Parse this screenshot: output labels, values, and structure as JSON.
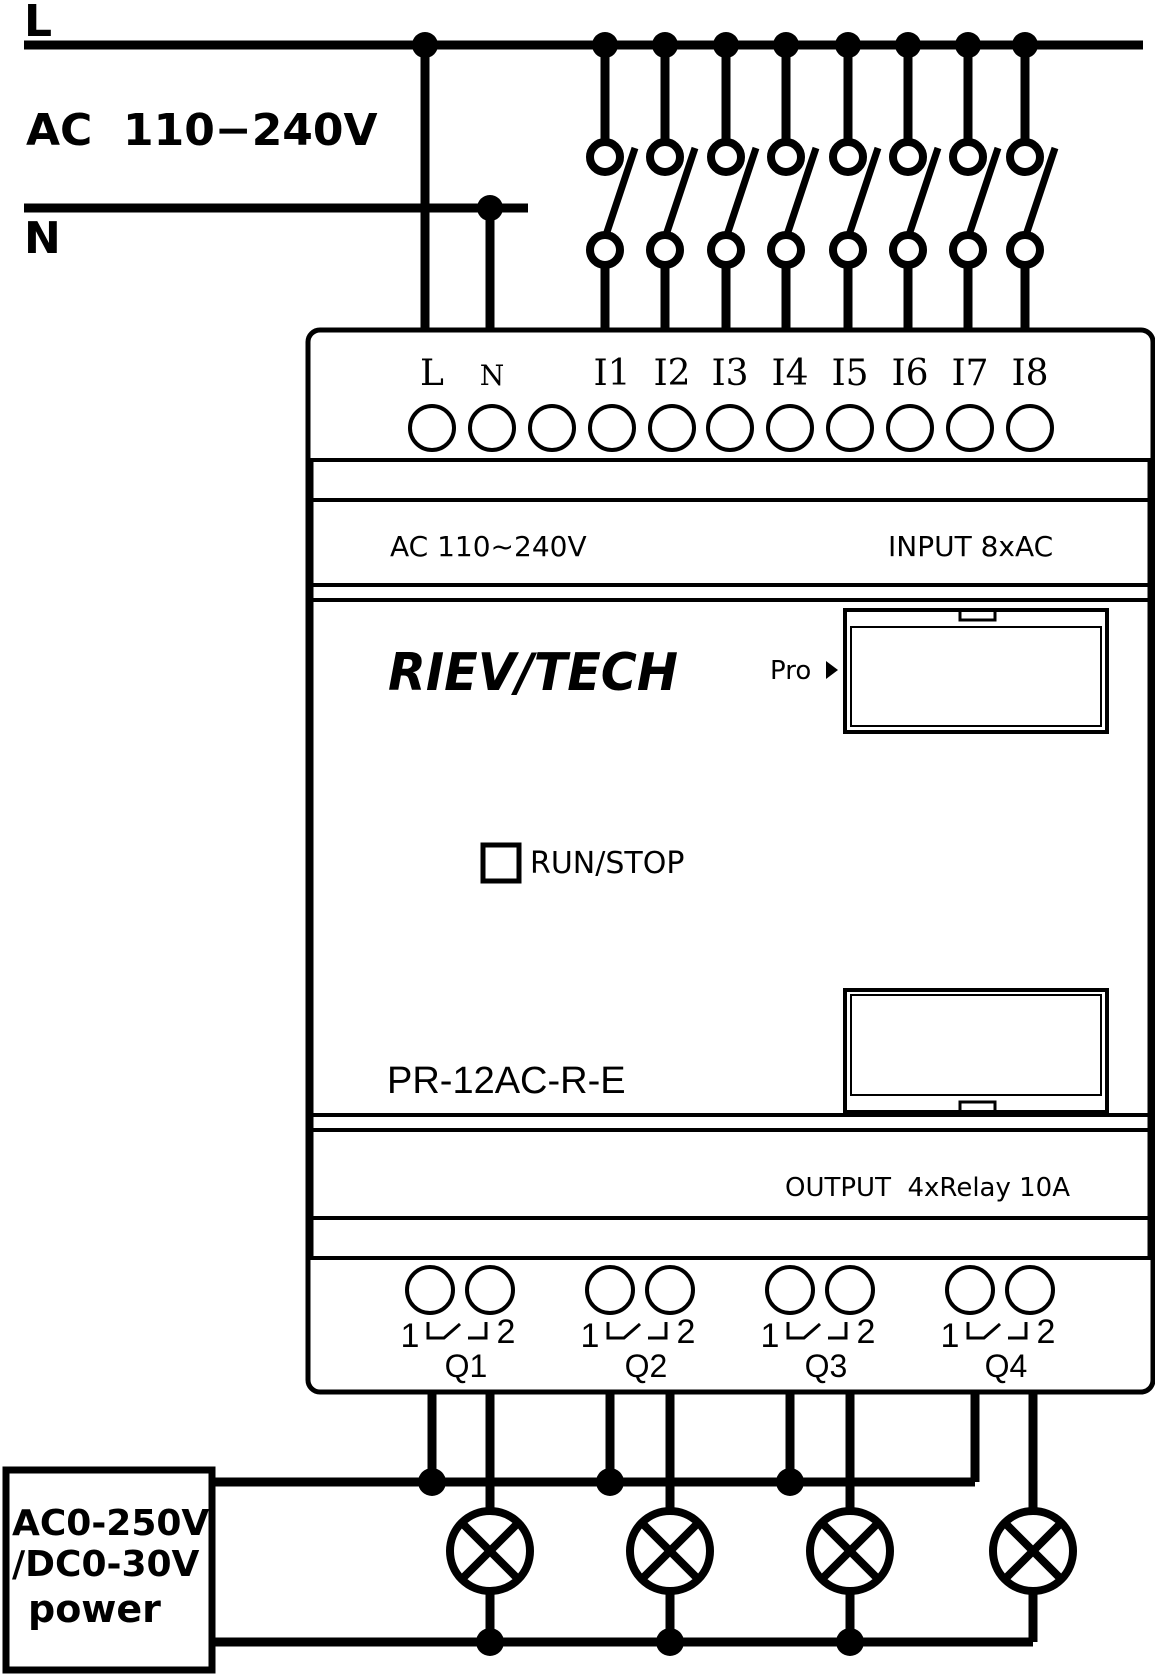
{
  "supply": {
    "line_label": "L",
    "neutral_label": "N",
    "voltage_label": "AC  110−240V"
  },
  "plc": {
    "terminal_labels": [
      "L",
      "N",
      "I1",
      "I2",
      "I3",
      "I4",
      "I5",
      "I6",
      "I7",
      "I8"
    ],
    "supply_rating": "AC 110~240V",
    "input_rating": "INPUT 8xAC",
    "brand": "RIEV/TECH",
    "pro_label": "Pro",
    "run_stop_label": "RUN/STOP",
    "model": "PR-12AC-R-E",
    "output_rating": "OUTPUT  4xRelay 10A",
    "relays": [
      {
        "name": "Q1",
        "pin1": "1",
        "pin2": "2"
      },
      {
        "name": "Q2",
        "pin1": "1",
        "pin2": "2"
      },
      {
        "name": "Q3",
        "pin1": "1",
        "pin2": "2"
      },
      {
        "name": "Q4",
        "pin1": "1",
        "pin2": "2"
      }
    ]
  },
  "load_power": {
    "line1": "AC0-250V",
    "line2": "/DC0-30V",
    "line3": "power"
  }
}
